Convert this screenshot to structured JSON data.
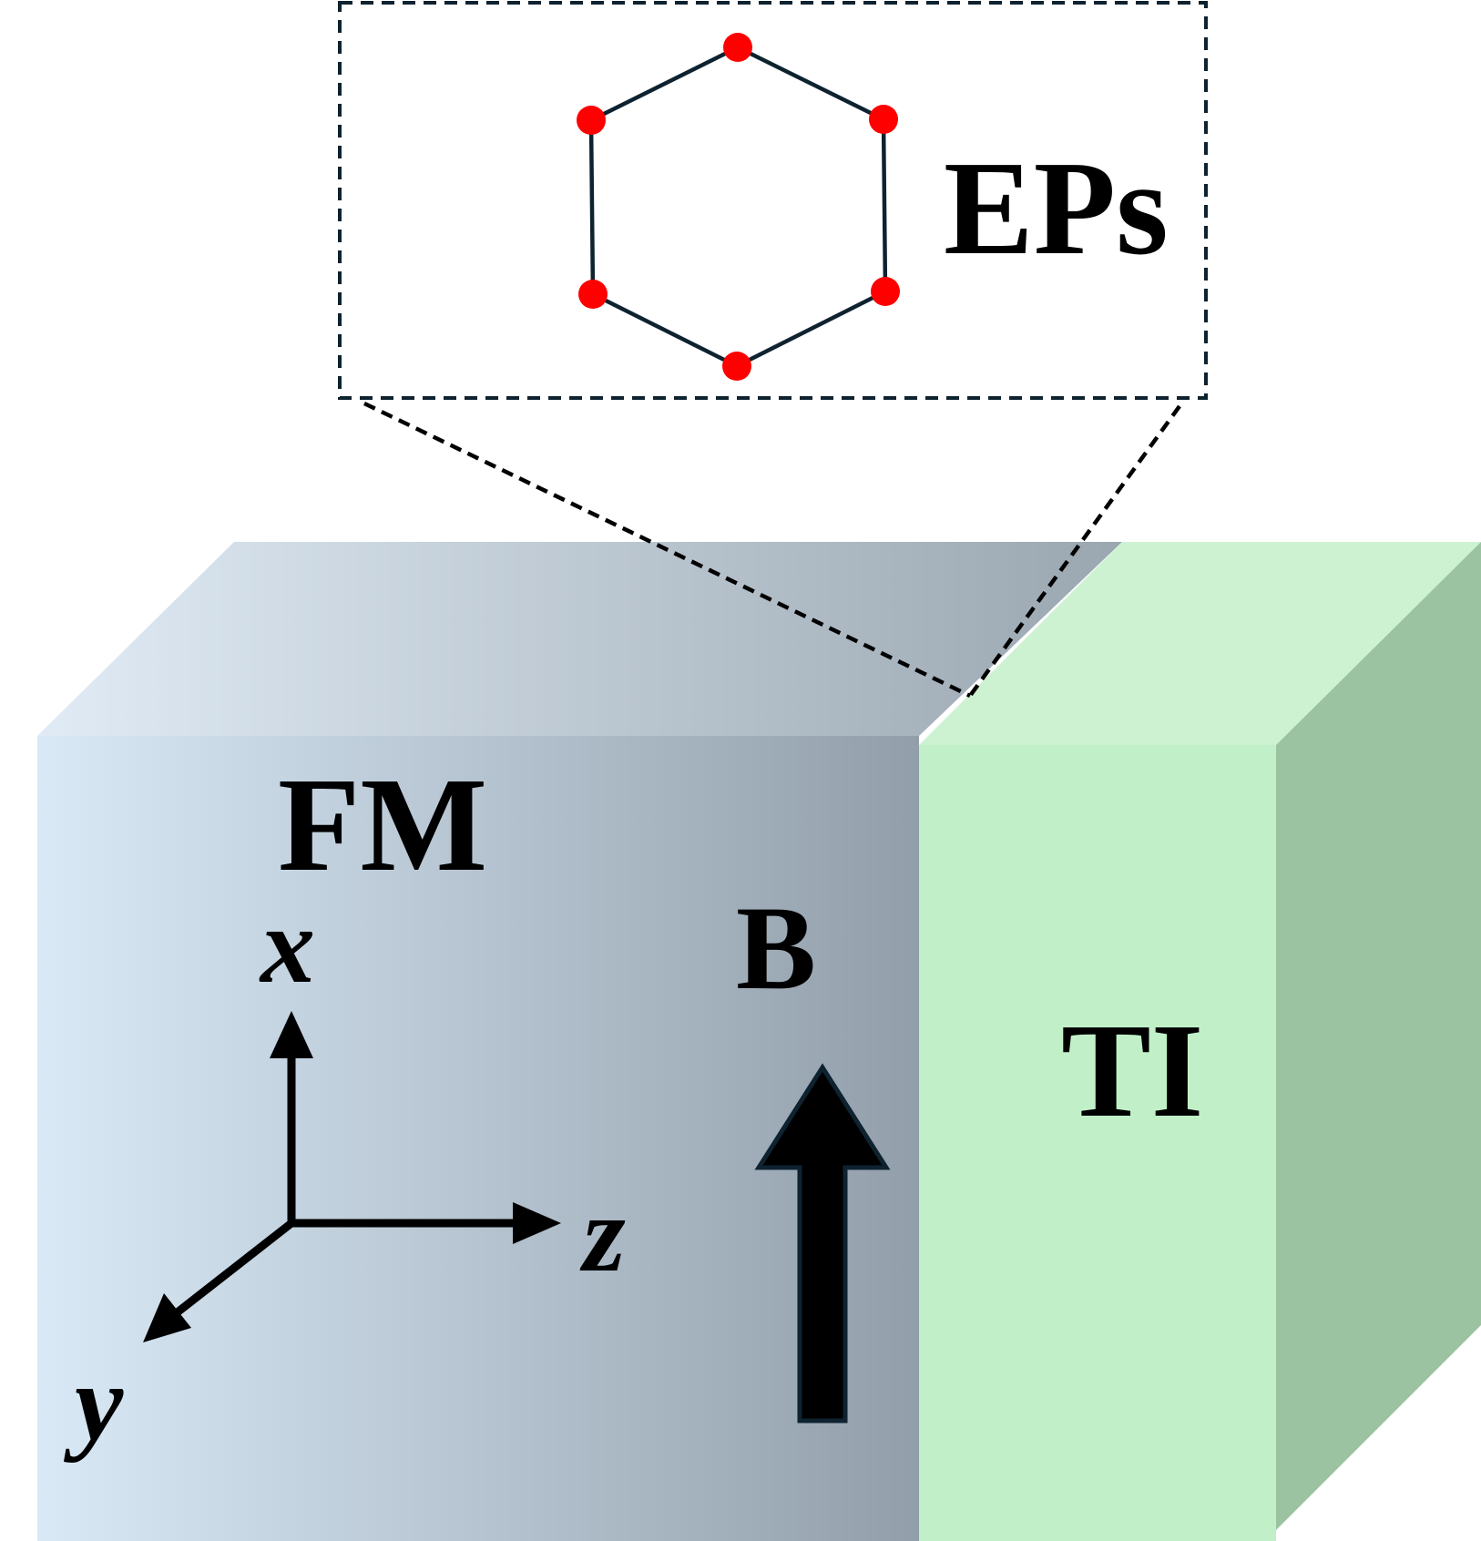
{
  "labels": {
    "ferromagnet": "FM",
    "insulator": "TI",
    "field": "B",
    "exceptional_points": "EPs",
    "axis_x": "x",
    "axis_y": "y",
    "axis_z": "z"
  },
  "colors": {
    "fm_light": "#d9e9f6",
    "fm_dark": "#929fab",
    "fm_top_light": "#e0ebf6",
    "fm_top_dark": "#9aa6b0",
    "ti_front": "#c1f0c8",
    "ti_top": "#ccf2d2",
    "ti_side": "#9bc3a1",
    "ep_dot": "#ff0000",
    "outline": "#0e2230"
  }
}
